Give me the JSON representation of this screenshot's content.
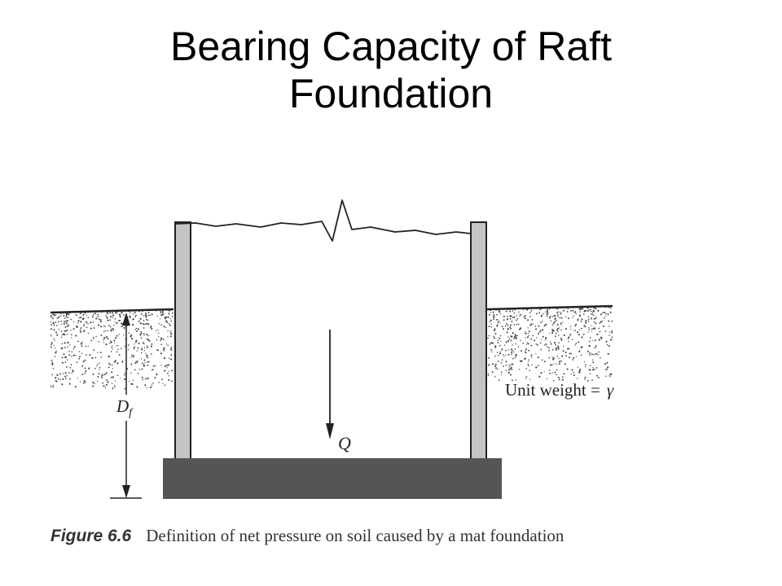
{
  "title": {
    "line1": "Bearing Capacity of Raft",
    "line2": "Foundation"
  },
  "diagram": {
    "depth_label": "D",
    "depth_label_sub": "f",
    "load_label": "Q",
    "unit_weight_label": "Unit weight =",
    "unit_weight_symbol": "γ"
  },
  "caption": {
    "label": "Figure 6.6",
    "text": "Definition of net pressure on soil caused by a mat foundation"
  },
  "colors": {
    "wall_fill": "#c4c4c4",
    "mat_fill": "#555555",
    "soil_dots": "#444444",
    "ink": "#222222"
  }
}
